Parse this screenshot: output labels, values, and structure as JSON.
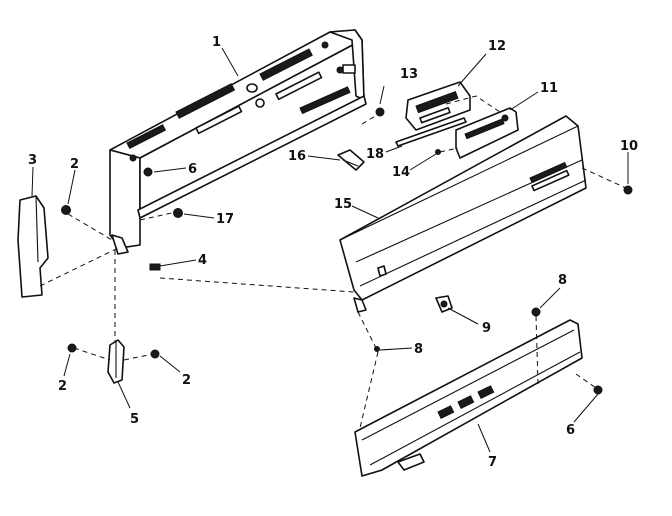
{
  "callouts": {
    "c1": "1",
    "c2a": "2",
    "c2b": "2",
    "c2c": "2",
    "c3": "3",
    "c4": "4",
    "c5": "5",
    "c6a": "6",
    "c6b": "6",
    "c7": "7",
    "c8a": "8",
    "c8b": "8",
    "c9": "9",
    "c10": "10",
    "c11": "11",
    "c12": "12",
    "c13": "13",
    "c14": "14",
    "c15": "15",
    "c16": "16",
    "c17": "17",
    "c18": "18"
  }
}
